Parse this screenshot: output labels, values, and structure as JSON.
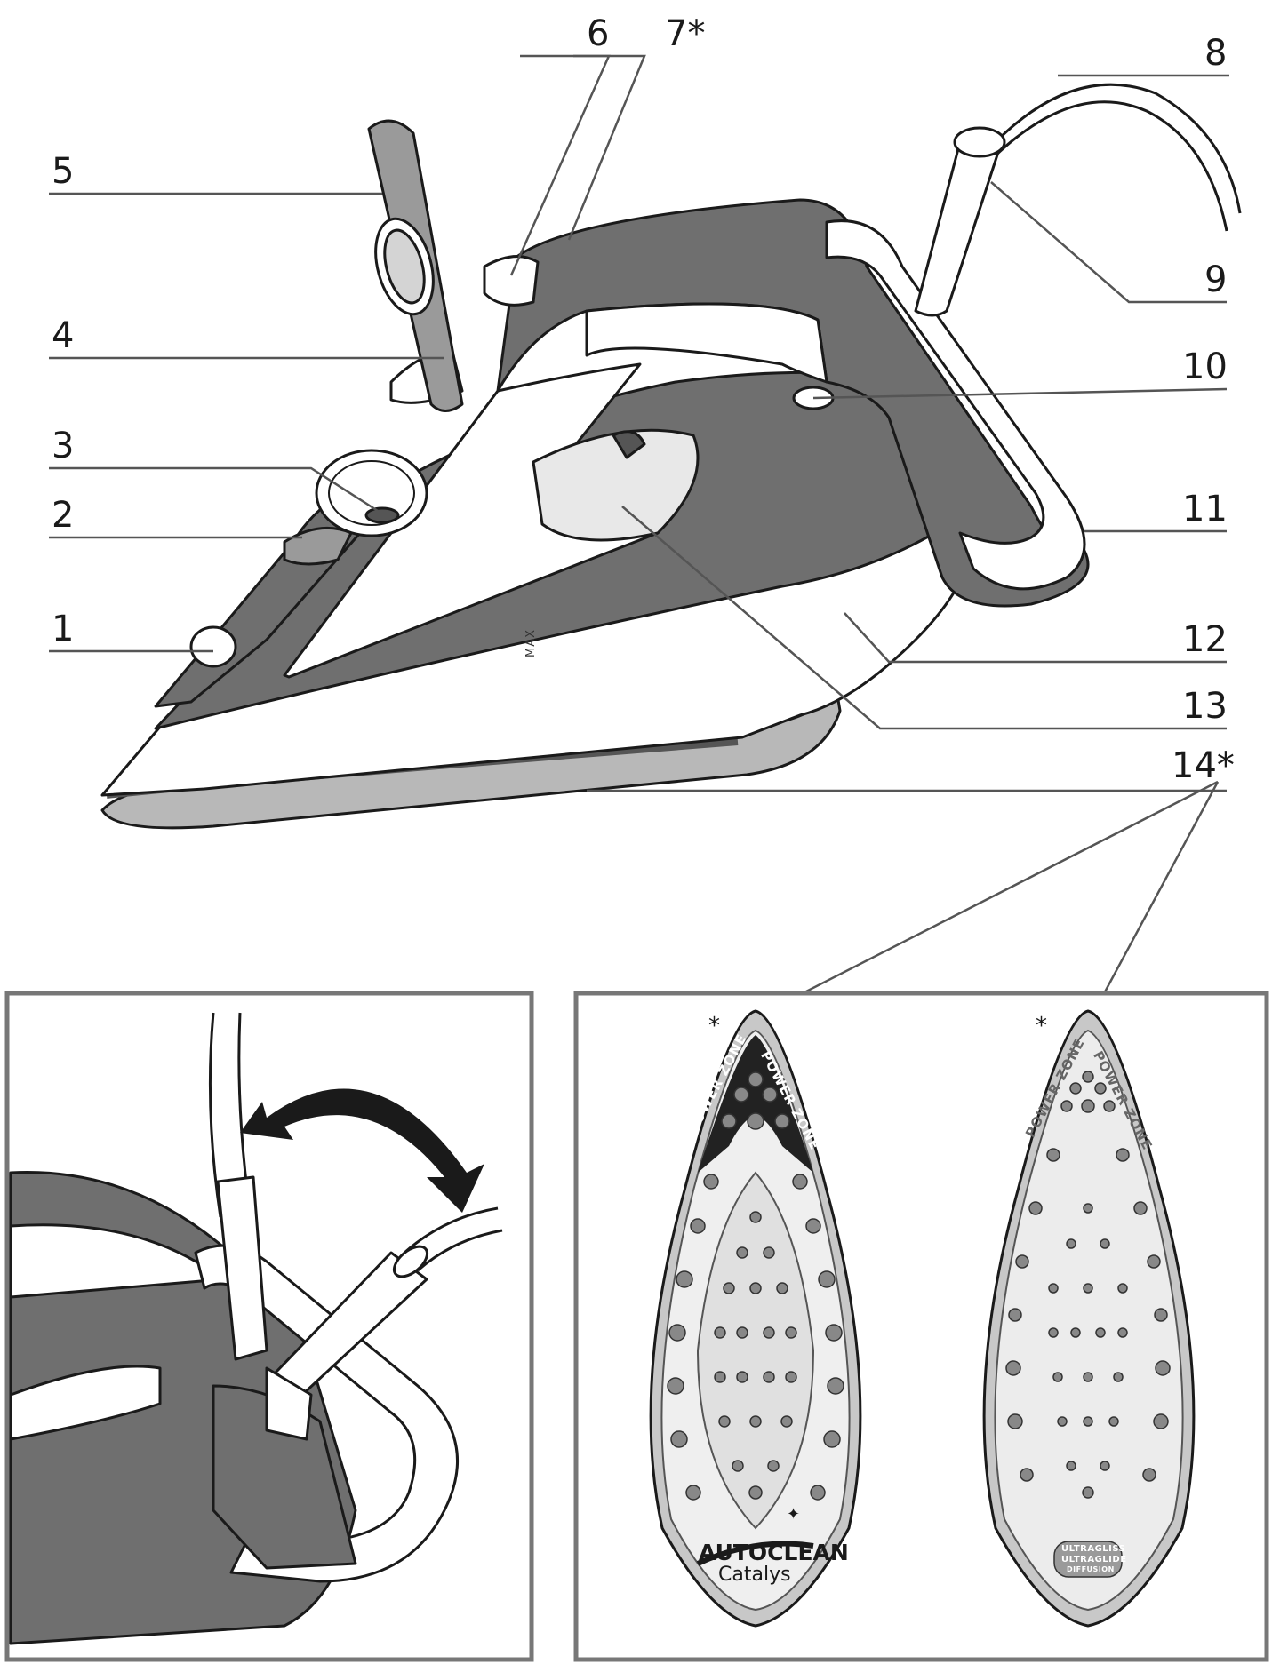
{
  "callouts": [
    "1",
    "2",
    "3",
    "4",
    "5",
    "6",
    "7*",
    "8",
    "9",
    "10",
    "11",
    "12",
    "13",
    "14*"
  ],
  "markings": {
    "max": "MAX"
  },
  "soleplates": {
    "asterisk": "*",
    "power_zone": "POWER ZONE",
    "left_brand": "AUTOCLEAN",
    "left_sub": "Catalys",
    "right_brand_1": "ULTRAGLISS",
    "right_brand_2": "ULTRAGLIDE",
    "right_brand_3": "DIFFUSION"
  },
  "colors": {
    "line": "#1a1a1a",
    "dark": "#555555",
    "mid": "#9a9a9a",
    "light": "#d4d4d4",
    "white": "#ffffff"
  }
}
